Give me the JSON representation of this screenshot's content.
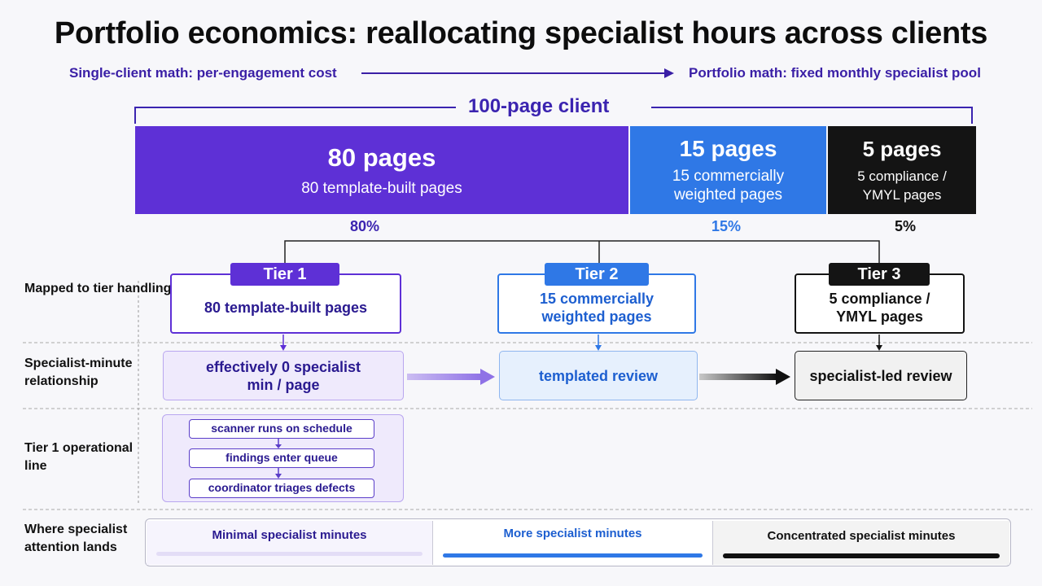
{
  "title": "Portfolio economics: reallocating specialist hours across clients",
  "subtitle_left": "Single-client math: per-engagement cost",
  "subtitle_right": "Portfolio math: fixed monthly specialist pool",
  "client_label": "100-page client",
  "segments": [
    {
      "count": "80 pages",
      "desc": "80 template-built pages",
      "pct": "80%",
      "share": 80,
      "color": "#5e30d6"
    },
    {
      "count": "15 pages",
      "desc": "15 commercially weighted pages",
      "pct": "15%",
      "share": 15,
      "color": "#2f78e6"
    },
    {
      "count": "5 pages",
      "desc": "5 compliance / YMYL pages",
      "pct": "5%",
      "share": 5,
      "color": "#141414"
    }
  ],
  "tiers": [
    {
      "name": "Tier 1",
      "pages": "80 template-built pages",
      "relationship": "effectively 0 specialist min / page"
    },
    {
      "name": "Tier 2",
      "pages": "15 commercially weighted pages",
      "relationship": "templated review"
    },
    {
      "name": "Tier 3",
      "pages": "5 compliance / YMYL pages",
      "relationship": "specialist-led review"
    }
  ],
  "row_labels": {
    "mapped": "Mapped to tier handling",
    "relationship": "Specialist-minute relationship",
    "operational": "Tier 1 operational line",
    "attention": "Where specialist attention lands"
  },
  "operational_steps": [
    "scanner runs on schedule",
    "findings enter queue",
    "coordinator triages defects"
  ],
  "attention": [
    "Minimal specialist minutes",
    "More specialist minutes",
    "Concentrated specialist minutes"
  ]
}
